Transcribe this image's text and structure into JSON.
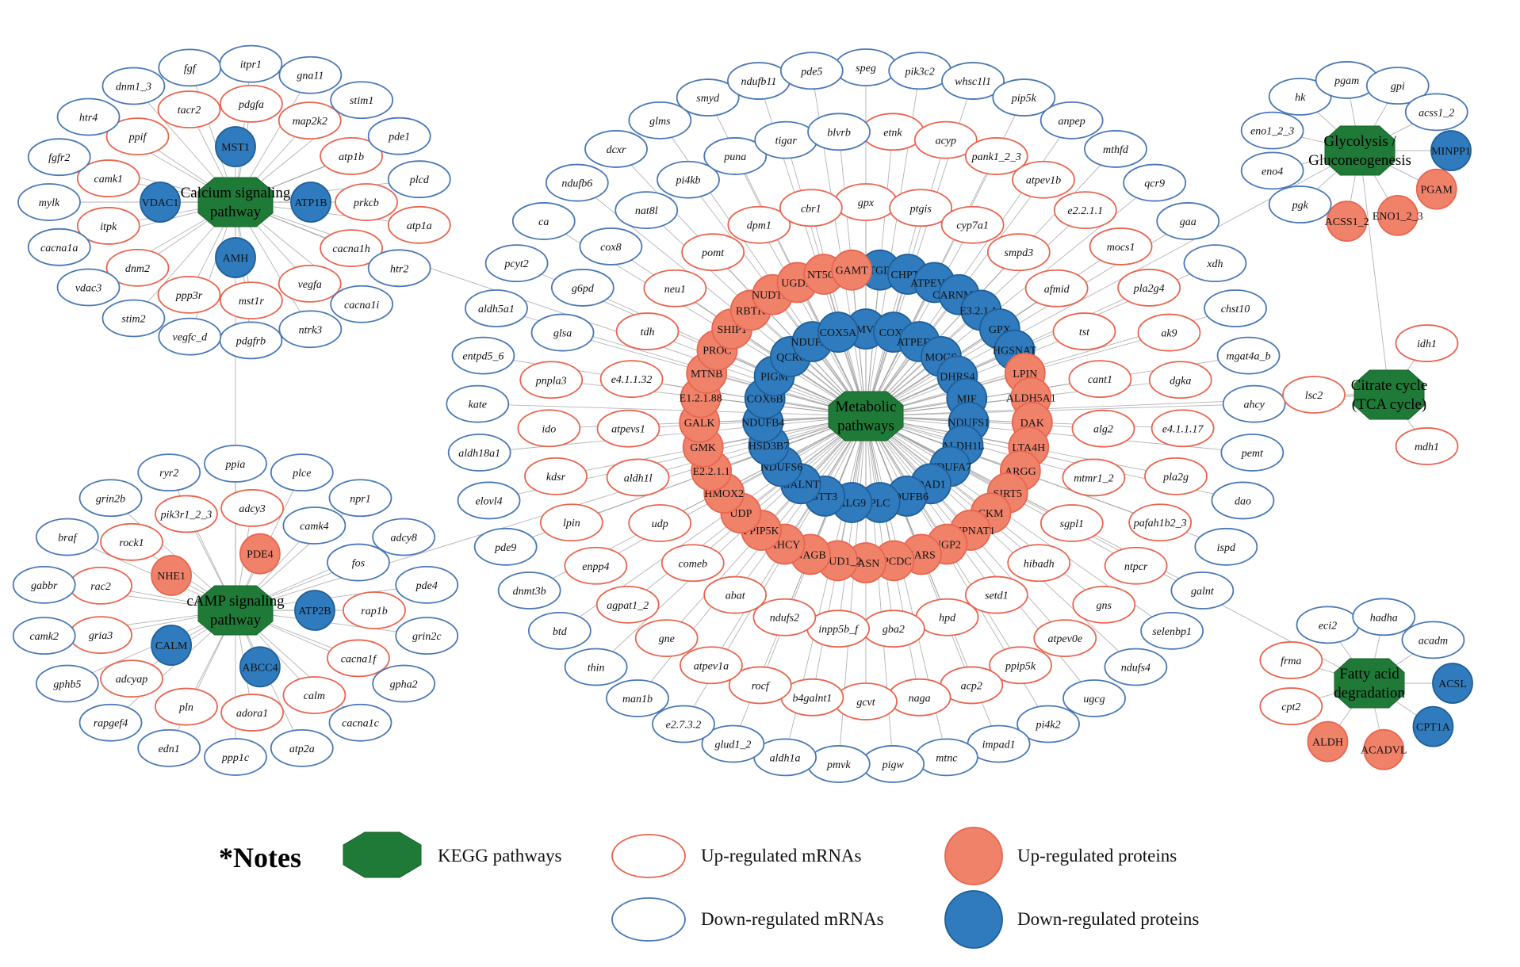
{
  "colors": {
    "up_mrna_stroke": "#e8654f",
    "down_mrna_stroke": "#4a78b5",
    "up_protein_fill": "#f0826a",
    "down_protein_fill": "#2f7bbd",
    "kegg_fill": "#1f7a37"
  },
  "hubs": [
    {
      "id": "calcium",
      "lines": [
        "Calcium signaling",
        "pathway"
      ]
    },
    {
      "id": "camp",
      "lines": [
        "cAMP signaling",
        "pathway"
      ]
    },
    {
      "id": "metabolic",
      "lines": [
        "Metabolic",
        "pathways"
      ]
    },
    {
      "id": "glycolysis",
      "lines": [
        "Glycolysis /",
        "Gluconeogenesis"
      ]
    },
    {
      "id": "tca",
      "lines": [
        "Citrate cycle",
        "(TCA cycle)"
      ]
    },
    {
      "id": "fatty",
      "lines": [
        "Fatty acid",
        "degradation"
      ]
    }
  ],
  "nodes": {
    "calcium": {
      "up_mrna": [
        "prkcb",
        "cacna1h",
        "vegfa",
        "mst1r",
        "ppp3r",
        "dnm2",
        "itpk",
        "camk1",
        "ppif",
        "tacr2",
        "pdgfa",
        "map2k2",
        "atp1b",
        "atp1a"
      ],
      "down_mrna": [
        "htr2",
        "cacna1i",
        "ntrk3",
        "pdgfrb",
        "vegfc_d",
        "stim2",
        "vdac3",
        "cacna1a",
        "mylk",
        "fgfr2",
        "htr4",
        "dnm1_3",
        "fgf",
        "itpr1",
        "gna11",
        "stim1",
        "pde1",
        "plcd"
      ],
      "up_protein": [],
      "down_protein": [
        "ATP1B",
        "AMH",
        "VDAC1",
        "MST1"
      ]
    },
    "camp": {
      "up_mrna": [
        "rap1b",
        "cacna1f",
        "calm",
        "adora1",
        "pln",
        "adcyap",
        "gria3",
        "rac2",
        "rock1",
        "pik3r1_2_3",
        "adcy3"
      ],
      "down_mrna": [
        "camk4",
        "fos",
        "grin2c",
        "gpha2",
        "cacna1c",
        "atp2a",
        "ppp1c",
        "edn1",
        "rapgef4",
        "gphb5",
        "camk2",
        "gabbr",
        "braf",
        "grin2b",
        "ryr2",
        "ppia",
        "plce",
        "npr1",
        "adcy8",
        "pde4"
      ],
      "up_protein": [
        "NHE1",
        "PDE4"
      ],
      "down_protein": [
        "ATP2B",
        "ABCC4",
        "CALM"
      ]
    },
    "metabolic": {
      "up_mrna": [
        "gpx",
        "ptgis",
        "cyp7a1",
        "smpd3",
        "afmid",
        "tst",
        "cant1",
        "alg2",
        "mtmr1_2",
        "sgpl1",
        "hibadh",
        "setd1",
        "hpd",
        "gba2",
        "inpp5b_f",
        "ndufs2",
        "abat",
        "comeb",
        "udp",
        "aldh1l",
        "atpevs1",
        "e4.1.1.32",
        "tdh",
        "neu1",
        "pomt",
        "dpm1",
        "cbr1",
        "etnk",
        "acyp",
        "pank1_2_3",
        "atpev1b",
        "e2.2.1.1",
        "mocs1",
        "pla2g4",
        "ak9",
        "dgka",
        "e4.1.1.17",
        "pla2g",
        "pafah1b2_3",
        "ntpcr",
        "gns",
        "atpev0e",
        "ppip5k",
        "acp2",
        "naga",
        "gcvt",
        "b4galnt1",
        "rocf",
        "atpev1a",
        "gne",
        "agpat1_2",
        "enpp4",
        "lpin",
        "kdsr",
        "ido",
        "pnpla3"
      ],
      "down_mrna": [
        "glsa",
        "g6pd",
        "cox8",
        "nat8l",
        "pi4kb",
        "puna",
        "tigar",
        "blvrb",
        "speg",
        "pik3c2",
        "whsc1l1",
        "pip5k",
        "anpep",
        "mthfd",
        "qcr9",
        "gaa",
        "xdh",
        "chst10",
        "mgat4a_b",
        "ahcy",
        "pemt",
        "dao",
        "ispd",
        "galnt",
        "selenbp1",
        "ndufs4",
        "ugcg",
        "pi4k2",
        "impad1",
        "mtnc",
        "pigw",
        "pmvk",
        "aldh1a",
        "glud1_2",
        "e2.7.3.2",
        "man1b",
        "thin",
        "btd",
        "dnmt3b",
        "pde9",
        "elovl4",
        "aldh18a1",
        "kate",
        "entpd5_6",
        "aldh5a1",
        "pcyt2",
        "ca",
        "ndufb6",
        "dcxr",
        "glms",
        "smyd",
        "ndufb11",
        "pde5"
      ],
      "up_protein": [
        "LPIN",
        "ALDH5A1",
        "DAK",
        "LTA4H",
        "ARGG",
        "SIRT5",
        "CKM",
        "GNPNAT1",
        "UGP2",
        "EARS",
        "PPCDC",
        "FASN",
        "GLUD1_2",
        "NAGB",
        "AHCY",
        "PPIP5K",
        "UDP",
        "HMOX2",
        "E2.2.1.1",
        "GMK",
        "GALK",
        "E1.2.1.88",
        "MTNB",
        "PROC",
        "SHIP1",
        "RBTK",
        "NUDT16",
        "UGDH",
        "NT5C3",
        "GAMT"
      ],
      "down_protein": [
        "PMVK",
        "COX4",
        "ATPEF1B",
        "MOGS",
        "DHRS4",
        "MIF",
        "NDUFS1",
        "ALDH1L",
        "NDUFA7",
        "DAD1",
        "NDUFB6",
        "PLC",
        "ALG9",
        "STT3",
        "GALNT",
        "NDUFS6",
        "HSD3B7",
        "NDUFB4",
        "COX6B",
        "PIGM",
        "QCR6",
        "NDUFA3",
        "COX5A",
        "PTGDS",
        "CHPT1",
        "ATPEV1G",
        "CARNMT1",
        "E3.2.1.14",
        "GPX",
        "HGSNAT"
      ]
    },
    "glycolysis": {
      "up_mrna": [],
      "down_mrna": [
        "pgk",
        "eno4",
        "eno1_2_3",
        "hk",
        "pgam",
        "gpi",
        "acss1_2"
      ],
      "up_protein": [
        "PGAM",
        "ENO1_2_3",
        "ACSS1_2"
      ],
      "down_protein": [
        "MINPP1"
      ]
    },
    "tca": {
      "up_mrna": [
        "lsc2",
        "idh1",
        "mdh1"
      ],
      "down_mrna": [],
      "up_protein": [],
      "down_protein": []
    },
    "fatty": {
      "up_mrna": [
        "cpt2",
        "frma"
      ],
      "down_mrna": [
        "eci2",
        "hadha",
        "acadm"
      ],
      "up_protein": [
        "ACADVL",
        "ALDH"
      ],
      "down_protein": [
        "ACSL",
        "CPT1A"
      ]
    }
  },
  "legend": {
    "title": "*Notes",
    "kegg": "KEGG pathways",
    "up_mrna": "Up-regulated mRNAs",
    "down_mrna": "Down-regulated mRNAs",
    "up_protein": "Up-regulated proteins",
    "down_protein": "Down-regulated proteins"
  }
}
